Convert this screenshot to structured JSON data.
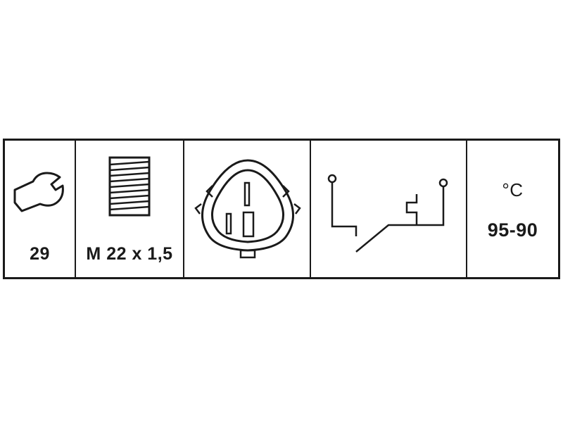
{
  "spec_panel": {
    "wrench_size": "29",
    "thread_spec": "M 22 x 1,5",
    "temp_unit": "°C",
    "temp_range": "95-90",
    "icons": [
      "wrench-icon",
      "thread-bolt-icon",
      "connector-plug-icon",
      "switch-schematic-icon"
    ]
  }
}
